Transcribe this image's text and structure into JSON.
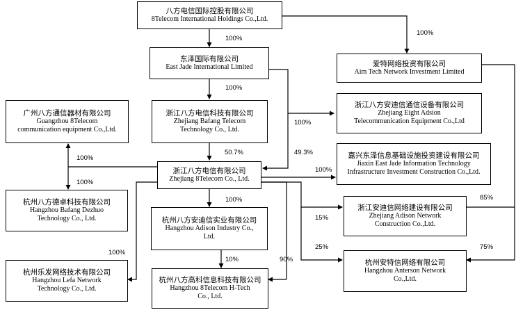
{
  "entities": {
    "holdings": {
      "zh": "八方电信国际控股有限公司",
      "en": [
        "8Telecom International Holdings Co.,Ltd."
      ]
    },
    "east_jade": {
      "zh": "东泽国际有限公司",
      "en": [
        "East Jade International Limited"
      ]
    },
    "aim_tech": {
      "zh": "爱特网络投资有限公司",
      "en": [
        "Aim Tech Network Investment Limited"
      ]
    },
    "zj_bafang_tech": {
      "zh": "浙江八方电信科技有限公司",
      "en": [
        "Zhejiang Bafang Telecom",
        "Technology Co., Ltd."
      ]
    },
    "zj_eight_adsion": {
      "zh": "浙江八方安迪信通信设备有限公司",
      "en": [
        "Zhejiang Eight Adsion",
        "Telecommunication Equipment Co.,Ltd"
      ]
    },
    "gz_8telecom": {
      "zh": "广州八方通信器材有限公司",
      "en": [
        "Guangzhou 8Telecom",
        "communication equipment Co.,Ltd."
      ]
    },
    "zj_8telecom": {
      "zh": "浙江八方电信有限公司",
      "en": [
        "Zhejiang 8Telecom Co., Ltd."
      ]
    },
    "jiaxin": {
      "zh": "嘉兴东泽信息基础设施投资建设有限公司",
      "en": [
        "Jiaxin East Jade Information Technology",
        "Infrastructure Investment Construction Co.,Ltd."
      ]
    },
    "hz_dezhuo": {
      "zh": "杭州八方德卓科技有限公司",
      "en": [
        "Hangzhou Bafang Dezhuo",
        "Technology Co., Ltd."
      ]
    },
    "hz_adison": {
      "zh": "杭州八方安迪信实业有限公司",
      "en": [
        "Hangzhou Adison Industry Co.,",
        "Ltd."
      ]
    },
    "zj_adison_net": {
      "zh": "浙江安迪信网络建设有限公司",
      "en": [
        "Zhejiang Adison Network",
        "Construction Co.,Ltd."
      ]
    },
    "hz_lefa": {
      "zh": "杭州乐发网络技术有限公司",
      "en": [
        "Hangzhou Lefa Network",
        "Technology Co., Ltd."
      ]
    },
    "hz_htech": {
      "zh": "杭州八方高科信息科技有限公司",
      "en": [
        "Hangzhou 8Telecom H-Tech",
        "Co., Ltd."
      ]
    },
    "hz_anterson": {
      "zh": "杭州安特信网络有限公司",
      "en": [
        "Hangzhou Anterson Network",
        "Co.,Ltd."
      ]
    }
  },
  "percentages": {
    "p1": "100%",
    "p2": "100%",
    "p3": "100%",
    "p4": "100%",
    "p5": "50.7%",
    "p6": "49.3%",
    "p7": "100%",
    "p8": "100%",
    "p9": "100%",
    "p10": "100%",
    "p11": "85%",
    "p12": "15%",
    "p13": "25%",
    "p14": "75%",
    "p15": "100%",
    "p16": "10%",
    "p17": "90%"
  }
}
